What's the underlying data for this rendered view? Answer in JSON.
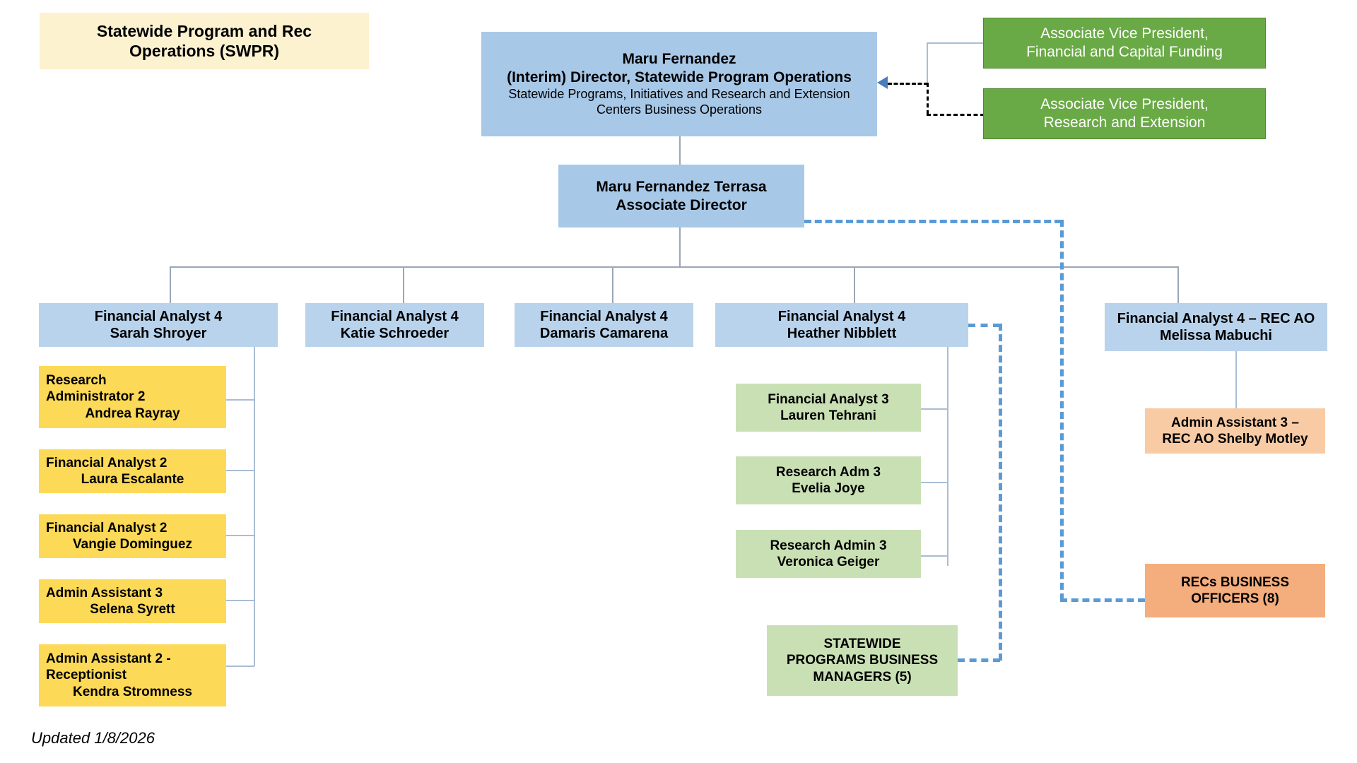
{
  "title_banner": {
    "line1": "Statewide Program and Rec",
    "line2": "Operations (SWPR)"
  },
  "director": {
    "name": "Maru Fernandez",
    "title": "(Interim) Director, Statewide Program Operations",
    "scope_line1": "Statewide Programs, Initiatives and Research and Extension",
    "scope_line2": "Centers Business Operations"
  },
  "associate_director": {
    "name": "Maru Fernandez Terrasa",
    "title": "Associate Director"
  },
  "dotted_line_supervisors": [
    {
      "line1": "Associate Vice President,",
      "line2": "Financial and Capital Funding"
    },
    {
      "line1": "Associate Vice President,",
      "line2": "Research and Extension"
    }
  ],
  "analysts": [
    {
      "title": "Financial Analyst 4",
      "name": "Sarah Shroyer"
    },
    {
      "title": "Financial Analyst  4",
      "name": "Katie Schroeder"
    },
    {
      "title": "Financial Analyst 4",
      "name": "Damaris Camarena"
    },
    {
      "title": "Financial Analyst 4",
      "name": "Heather Nibblett"
    },
    {
      "title": "Financial Analyst 4 – REC AO",
      "name": "Melissa Mabuchi"
    }
  ],
  "shroyer_reports": [
    {
      "title_line1": "Research",
      "title_line2": "Administrator 2",
      "name": "Andrea Rayray"
    },
    {
      "title_line1": "Financial Analyst 2",
      "title_line2": "",
      "name": "Laura Escalante"
    },
    {
      "title_line1": "Financial Analyst 2",
      "title_line2": "",
      "name": "Vangie Dominguez"
    },
    {
      "title_line1": "Admin Assistant 3",
      "title_line2": "",
      "name": "Selena Syrett"
    },
    {
      "title_line1": "Admin Assistant 2 -",
      "title_line2": "Receptionist",
      "name": "Kendra Stromness"
    }
  ],
  "nibblett_reports": [
    {
      "title": "Financial Analyst 3",
      "name": "Lauren Tehrani"
    },
    {
      "title": "Research Adm 3",
      "name": "Evelia Joye"
    },
    {
      "title": "Research Admin 3",
      "name": "Veronica Geiger"
    }
  ],
  "mabuchi_reports": [
    {
      "line1": "Admin Assistant 3 –",
      "line2": "REC AO  Shelby Motley"
    }
  ],
  "group_boxes": {
    "statewide_managers": {
      "line1": "STATEWIDE",
      "line2": "PROGRAMS BUSINESS",
      "line3": "MANAGERS (5)"
    },
    "recs_officers": {
      "line1": "RECs BUSINESS",
      "line2": "OFFICERS (8)"
    }
  },
  "footer": {
    "updated": "Updated 1/8/2026"
  },
  "colors": {
    "banner": "#fdf2d0",
    "leadership_blue": "#a8c8e8",
    "analyst_blue": "#b9d3ec",
    "avp_green": "#6aaa46",
    "report_green": "#c9e0b4",
    "report_yellow": "#fcd957",
    "rec_orange_light": "#f8cba5",
    "rec_orange": "#f4ad7d",
    "dotted_connector": "#5b9bd5",
    "solid_connector": "#9aa7b5"
  }
}
